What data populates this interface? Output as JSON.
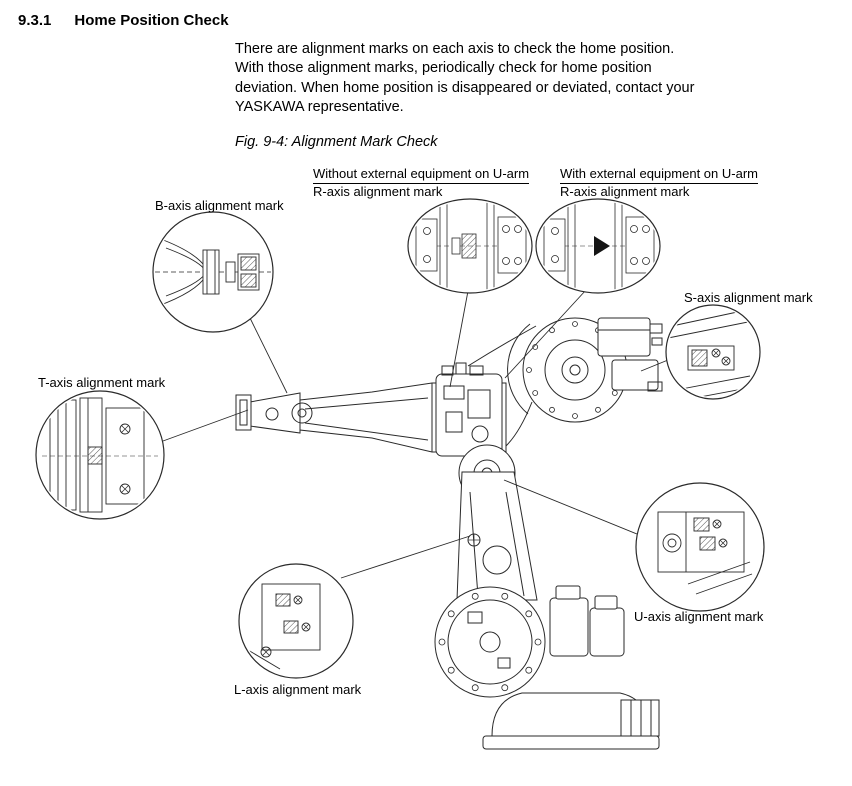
{
  "page": {
    "section_number": "9.3.1",
    "section_title": "Home Position Check",
    "body_lines": [
      "There are alignment marks on each axis to check the home position.",
      "With those alignment marks, periodically check for home position",
      "deviation. When home position is disappeared or deviated, contact your",
      "YASKAWA representative."
    ],
    "figure_caption": "Fig. 9-4: Alignment Mark Check"
  },
  "figure": {
    "labels": {
      "without_header": "Without external equipment on U-arm",
      "with_header": "With external equipment on U-arm",
      "r_axis": "R-axis alignment mark",
      "b_axis": "B-axis alignment mark",
      "s_axis": "S-axis alignment mark",
      "t_axis": "T-axis alignment mark",
      "u_axis": "U-axis alignment mark",
      "l_axis": "L-axis alignment mark"
    },
    "colors": {
      "line_art": "#2a2a2a",
      "text": "#000000",
      "background": "#ffffff"
    }
  }
}
